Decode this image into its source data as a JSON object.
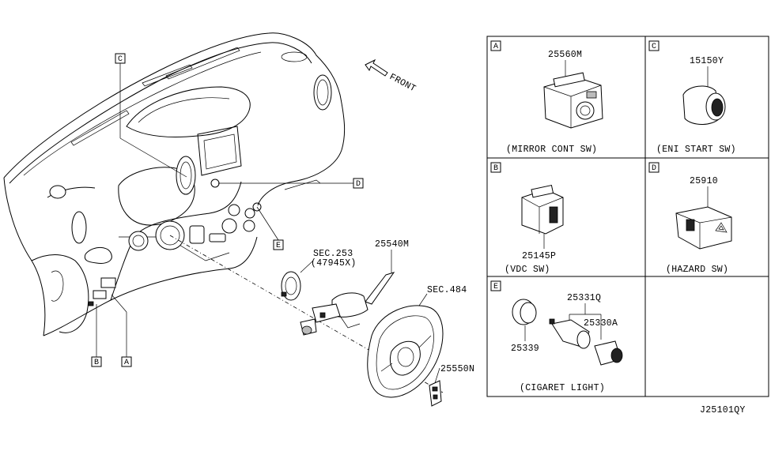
{
  "diagram_id": "J25101QY",
  "front_label": "FRONT",
  "callouts": {
    "A": "A",
    "B": "B",
    "C": "C",
    "D": "D",
    "E": "E"
  },
  "main_parts": {
    "sec253": "SEC.253",
    "sec253_sub": "(47945X)",
    "p25540m": "25540M",
    "sec484": "SEC.484",
    "p25550n": "25550N"
  },
  "panels": {
    "A": {
      "letter": "A",
      "part": "25560M",
      "caption": "(MIRROR CONT SW)"
    },
    "C": {
      "letter": "C",
      "part": "15150Y",
      "caption": "(ENI START SW)"
    },
    "B": {
      "letter": "B",
      "part": "25145P",
      "caption": "(VDC  SW)"
    },
    "D": {
      "letter": "D",
      "part": "25910",
      "caption": "(HAZARD SW)"
    },
    "E": {
      "letter": "E",
      "part_main": "25331Q",
      "part_a": "25330A",
      "part_b": "25339",
      "caption": "(CIGARET LIGHT)"
    }
  },
  "icons": [
    "front-arrow-icon",
    "hazard-triangle-icon"
  ]
}
